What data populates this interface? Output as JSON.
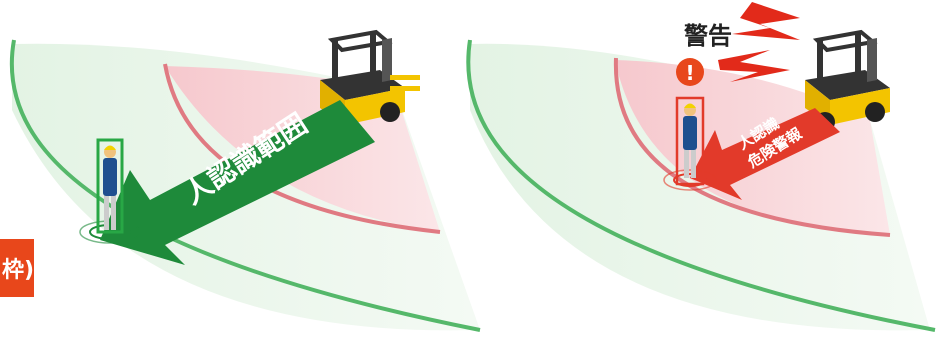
{
  "badge": {
    "text": "枠)"
  },
  "left_panel": {
    "arrow_label": "人認識範囲"
  },
  "right_panel": {
    "warning_label": "警告",
    "exclamation": "!",
    "arrow_label_line1": "人認識",
    "arrow_label_line2": "危険警報"
  },
  "colors": {
    "outer_zone": "#eaf5ea",
    "outer_border": "#55b86a",
    "danger_zone": "#f9d6d9",
    "danger_border": "#e07a82",
    "green_arrow": "#1e8a3a",
    "red_arrow": "#e23a2a",
    "forklift_yellow": "#f3c400",
    "badge": "#e8471b"
  }
}
